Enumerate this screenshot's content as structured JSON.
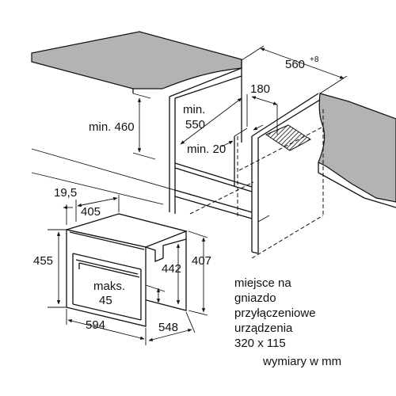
{
  "dimensions": {
    "top_width": "560",
    "top_width_tolerance": "+8",
    "depth_180": "180",
    "min_550_line1": "min.",
    "min_550_line2": "550",
    "min_460": "min. 460",
    "min_20": "min. 20",
    "d_19_5": "19,5",
    "d_405": "405",
    "d_455": "455",
    "d_442": "442",
    "d_407": "407",
    "maks_line1": "maks.",
    "maks_line2": "45",
    "d_594": "594",
    "d_548": "548"
  },
  "note": {
    "line1": "miejsce na",
    "line2": "gniazdo",
    "line3": "przyłączeniowe",
    "line4": "urządzenia",
    "line5": "320 x 115",
    "units": "wymiary w mm"
  },
  "colors": {
    "countertop": "#b3b3b3",
    "line": "#111111"
  }
}
